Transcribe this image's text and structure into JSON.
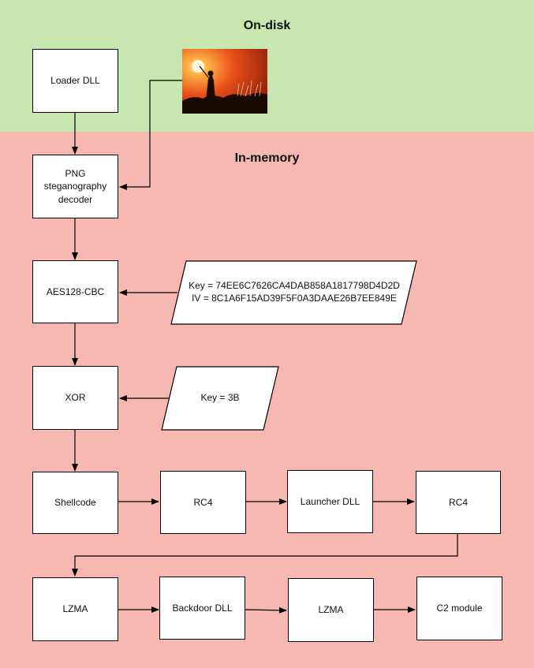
{
  "zones": {
    "disk_title": "On-disk",
    "memory_title": "In-memory",
    "disk_color": "#c8e6b0",
    "memory_color": "#f6b8b0"
  },
  "nodes": {
    "loader_dll": "Loader DLL",
    "png_decoder": "PNG\nsteganography\ndecoder",
    "aes": "AES128-CBC",
    "xor": "XOR",
    "shellcode": "Shellcode",
    "rc4_first": "RC4",
    "launcher_dll": "Launcher DLL",
    "rc4_second": "RC4",
    "lzma_first": "LZMA",
    "backdoor_dll": "Backdoor DLL",
    "lzma_second": "LZMA",
    "c2_module": "C2 module"
  },
  "inputs": {
    "aes_key": "Key = 74EE6C7626CA4DAB858A1817798D4D2D\nIV = 8C1A6F15AD39F5F0A3DAAE26B7EE849E",
    "xor_key": "Key = 3B"
  },
  "image": {
    "icon": "sunset-silhouette-image"
  }
}
